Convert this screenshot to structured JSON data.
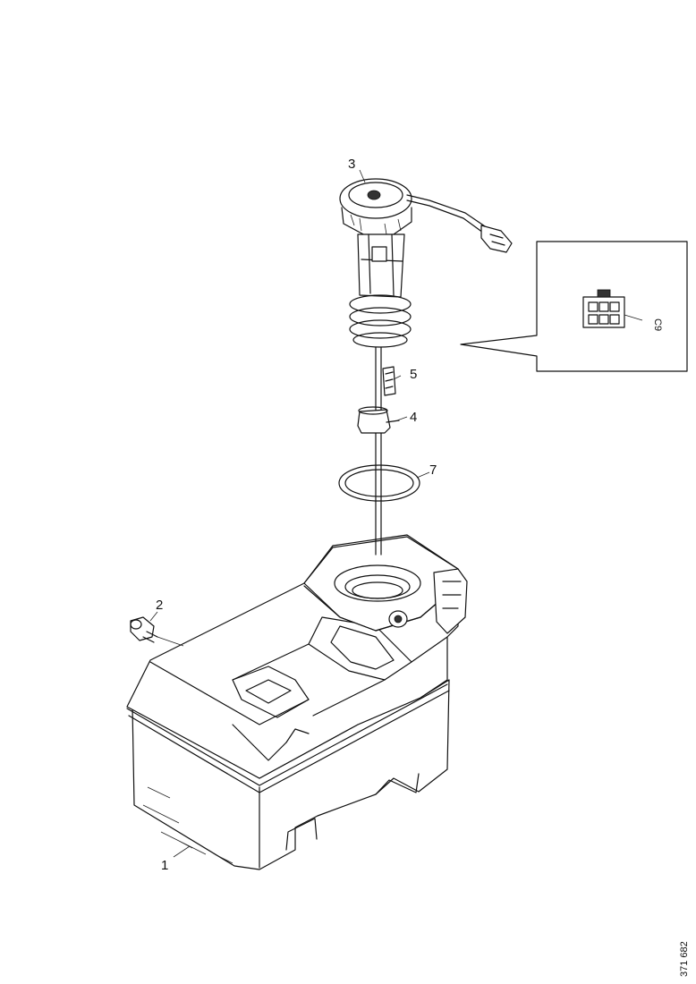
{
  "callouts": {
    "tank": "1",
    "drain_plug": "2",
    "sender_unit": "3",
    "retaining_clip": "4",
    "filter_sock": "5",
    "seal_ring": "7",
    "connector": "C9"
  },
  "reference_number": "371 682"
}
